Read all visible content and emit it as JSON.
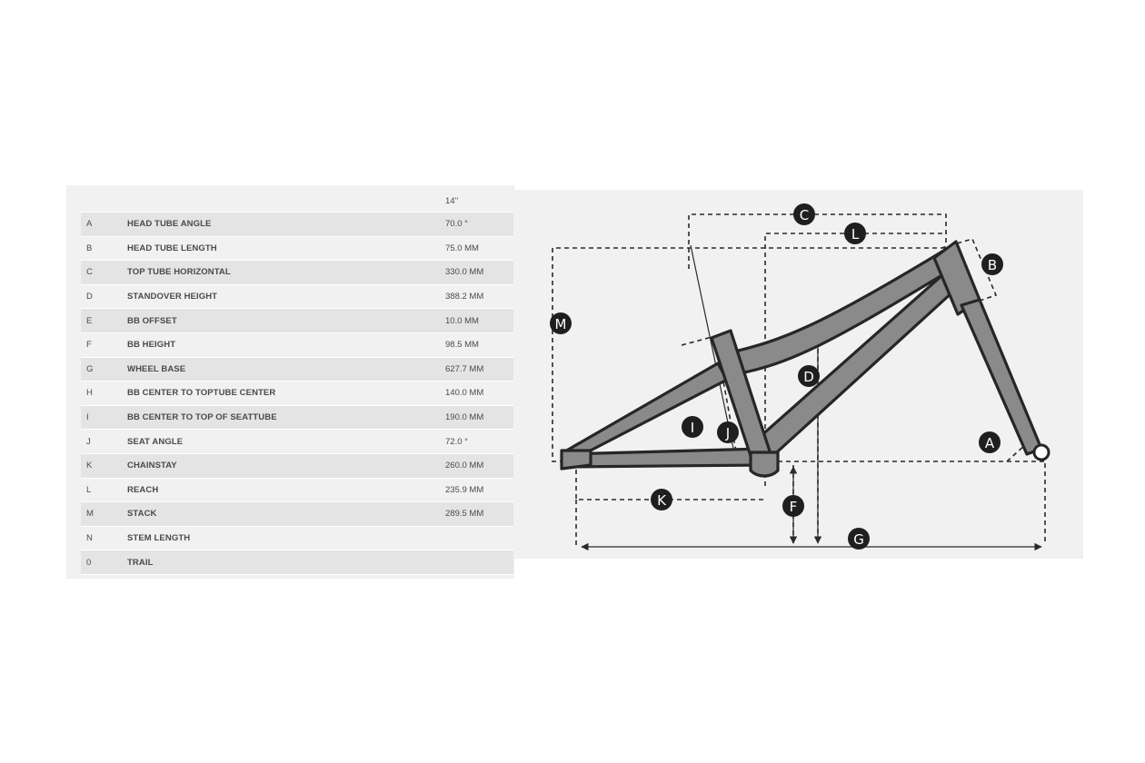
{
  "table": {
    "size_header": "14''",
    "rows": [
      {
        "code": "A",
        "label": "HEAD TUBE ANGLE",
        "value": "70.0 °"
      },
      {
        "code": "B",
        "label": "HEAD TUBE LENGTH",
        "value": "75.0 MM"
      },
      {
        "code": "C",
        "label": "TOP TUBE HORIZONTAL",
        "value": "330.0 MM"
      },
      {
        "code": "D",
        "label": "STANDOVER HEIGHT",
        "value": "388.2 MM"
      },
      {
        "code": "E",
        "label": "BB OFFSET",
        "value": "10.0 MM"
      },
      {
        "code": "F",
        "label": "BB HEIGHT",
        "value": "98.5 MM"
      },
      {
        "code": "G",
        "label": "WHEEL BASE",
        "value": "627.7 MM"
      },
      {
        "code": "H",
        "label": "BB CENTER TO TOPTUBE CENTER",
        "value": "140.0 MM"
      },
      {
        "code": "I",
        "label": "BB CENTER TO TOP OF SEATTUBE",
        "value": "190.0 MM"
      },
      {
        "code": "J",
        "label": "SEAT ANGLE",
        "value": "72.0 °"
      },
      {
        "code": "K",
        "label": "CHAINSTAY",
        "value": "260.0 MM"
      },
      {
        "code": "L",
        "label": "REACH",
        "value": "235.9 MM"
      },
      {
        "code": "M",
        "label": "STACK",
        "value": "289.5 MM"
      },
      {
        "code": "N",
        "label": "STEM LENGTH",
        "value": ""
      },
      {
        "code": "0",
        "label": "TRAIL",
        "value": ""
      }
    ]
  },
  "diagram": {
    "markers": {
      "a": "A",
      "b": "B",
      "c": "C",
      "d": "D",
      "f": "F",
      "g": "G",
      "i": "I",
      "j": "J",
      "k": "K",
      "l": "L",
      "m": "M"
    }
  }
}
